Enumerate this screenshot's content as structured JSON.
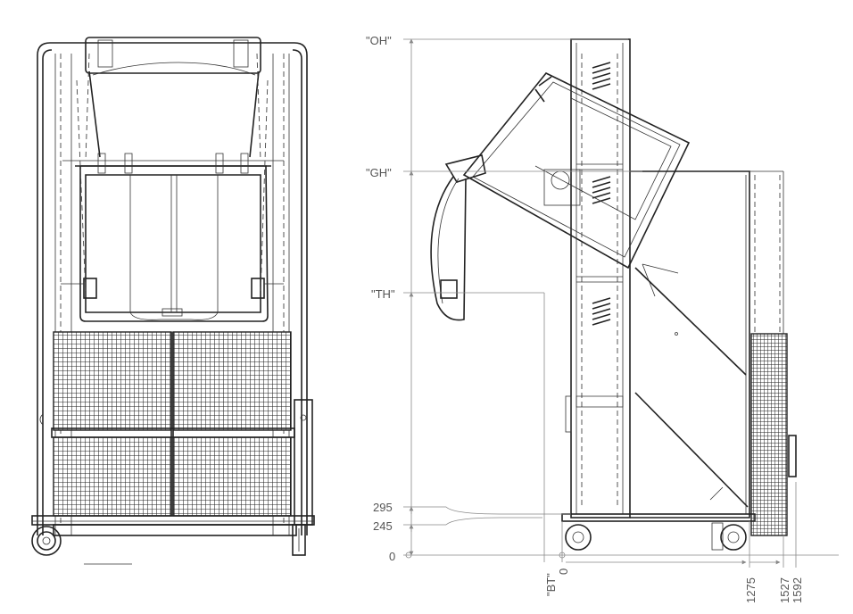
{
  "labels": {
    "oh": "\"OH\"",
    "gh": "\"GH\"",
    "th": "\"TH\"",
    "d295": "295",
    "d245": "245",
    "d0": "0",
    "bt": "\"BT\"",
    "x0": "0",
    "x1275": "1275",
    "x1527": "1527",
    "x1592": "1592"
  }
}
